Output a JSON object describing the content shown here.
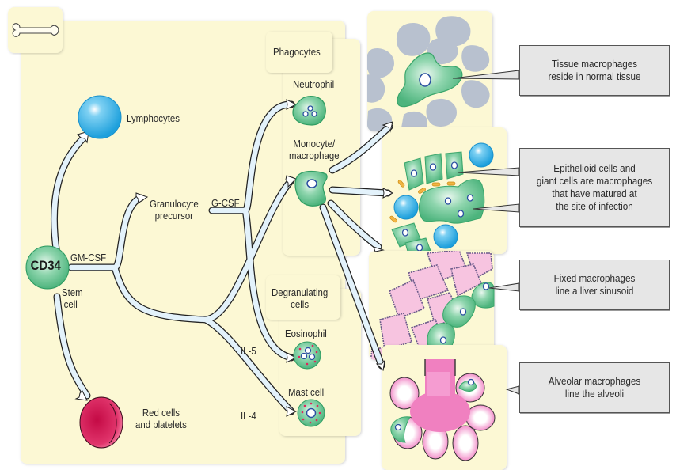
{
  "title": "Differentiation of CD34 stem cells into leukocytes and tissue macrophages",
  "header_icon": "bone-icon",
  "stem_cell": {
    "label": "CD34",
    "caption_line1": "Stem",
    "caption_line2": "cell"
  },
  "lineages": {
    "lymphocytes": "Lymphocytes",
    "red_cells_line1": "Red cells",
    "red_cells_line2": "and platelets",
    "granulocyte_precursor_line1": "Granulocyte",
    "granulocyte_precursor_line2": "precursor"
  },
  "cytokines": {
    "gm_csf": "GM-CSF",
    "g_csf": "G-CSF",
    "il5": "IL-5",
    "il4": "IL-4"
  },
  "groups": {
    "phagocytes": {
      "title": "Phagocytes",
      "cells": [
        {
          "label_line1": "Neutrophil",
          "label_line2": ""
        },
        {
          "label_line1": "Monocyte/",
          "label_line2": "macrophage"
        }
      ]
    },
    "degranulating": {
      "title_line1": "Degranulating",
      "title_line2": "cells",
      "cells": [
        {
          "label": "Eosinophil"
        },
        {
          "label": "Mast cell"
        }
      ]
    }
  },
  "tissue_panels": [
    {
      "name": "normal-tissue",
      "callout_lines": [
        "Tissue macrophages",
        "reside in normal tissue"
      ]
    },
    {
      "name": "infection-site",
      "callout_lines": [
        "Epithelioid cells and",
        "giant cells are macrophages",
        "that have matured at",
        "the site of infection"
      ]
    },
    {
      "name": "liver-sinusoid",
      "callout_lines": [
        "Fixed macrophages",
        "line a liver sinusoid"
      ]
    },
    {
      "name": "alveoli",
      "callout_lines": [
        "Alveolar macrophages",
        "line the alveoli"
      ]
    }
  ],
  "colors": {
    "panel_bg": "#fcf8d4",
    "cell_green": "#5fc08c",
    "lymphocyte_blue": "#29a9e0",
    "red_cell": "#d6124f",
    "liver_pink": "#f7c4e0",
    "alveoli_pink": "#f080c0",
    "tissue_gray": "#b8c1cf",
    "callout_bg": "#e6e6e6"
  }
}
